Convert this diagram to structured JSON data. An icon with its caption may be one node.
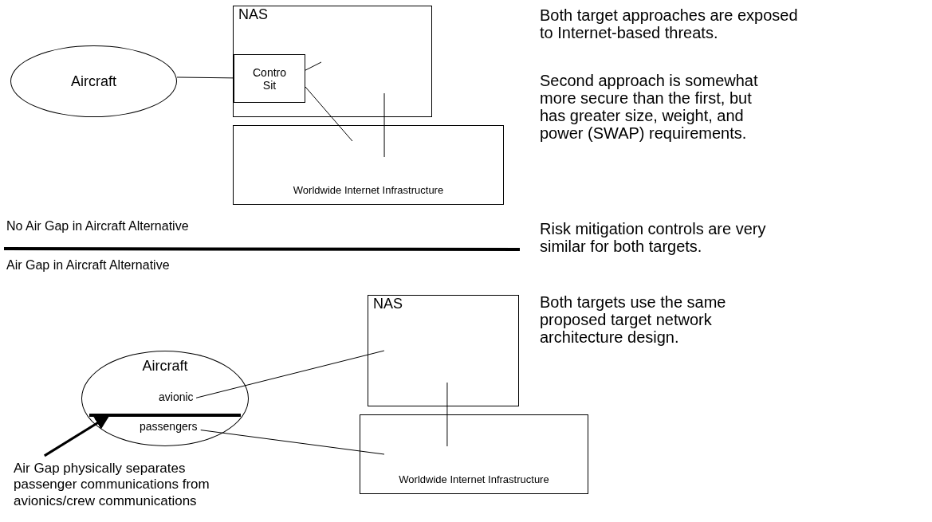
{
  "diagram": {
    "nodes": [
      {
        "text": [
          "Aircraft"
        ]
      },
      {
        "text": [
          "NAS"
        ]
      },
      {
        "text": [
          "Contro Sit"
        ],
        "in": 1
      },
      {
        "text": [
          "Worldwide Internet Infrastructure"
        ]
      },
      {
        "text": [
          "Aircraft"
        ]
      },
      {
        "text": [
          "avionic"
        ],
        "in": 4
      },
      {
        "text": [
          "passengers"
        ],
        "in": 4
      },
      {
        "text": [
          "NAS"
        ]
      },
      {
        "text": [
          "Worldwide Internet Infrastructure"
        ]
      },
      {
        "text": [
          "Air Gap physically separates passenger communications from avionics/crew communications"
        ]
      },
      {
        "text": [],
        "shape": "bar",
        "in": 4
      }
    ],
    "edges": [
      {
        "from": 0,
        "to": 2,
        "arrow": "none"
      },
      {
        "from": 2,
        "to": null,
        "arrow": "none"
      },
      {
        "from": 2,
        "to": 3,
        "arrow": "none"
      },
      {
        "from": 1,
        "to": 3,
        "arrow": "none"
      },
      {
        "from": 5,
        "to": 7,
        "arrow": "none"
      },
      {
        "from": 6,
        "to": 8,
        "arrow": "none"
      },
      {
        "from": 7,
        "to": 8,
        "arrow": "none"
      },
      {
        "from": 9,
        "to": 10,
        "arrow": "to",
        "style": "thick"
      }
    ],
    "labels": [
      "No Air Gap in Aircraft Alternative",
      "Air Gap in Aircraft Alternative",
      "Both target approaches are exposed to Internet-based threats.",
      "Second approach is somewhat more secure than the first, but has greater size, weight, and power (SWAP) requirements.",
      "Risk mitigation controls are very similar for both targets.",
      "Both targets use the same proposed target network architecture design."
    ]
  }
}
